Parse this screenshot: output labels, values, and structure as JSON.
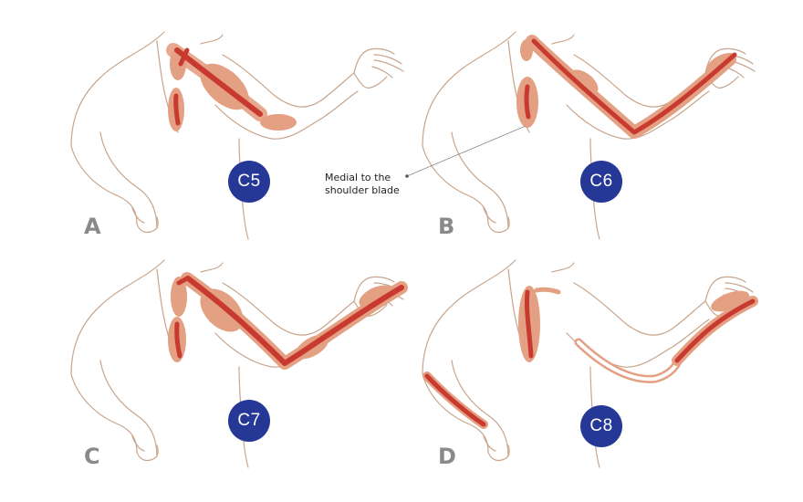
{
  "panels": [
    {
      "letter": "A",
      "level": "C5"
    },
    {
      "letter": "B",
      "level": "C6"
    },
    {
      "letter": "C",
      "level": "C7"
    },
    {
      "letter": "D",
      "level": "C8"
    }
  ],
  "annotation": {
    "line1": "Medial to the",
    "line2": "shoulder blade"
  },
  "colors": {
    "outline": "#c8a58c",
    "pain_light": "#e4a083",
    "pain_dark": "#c83a2f",
    "badge": "#253896",
    "letter": "#8a8a8a"
  },
  "icons": {
    "badge": "dermatome-level-badge"
  }
}
